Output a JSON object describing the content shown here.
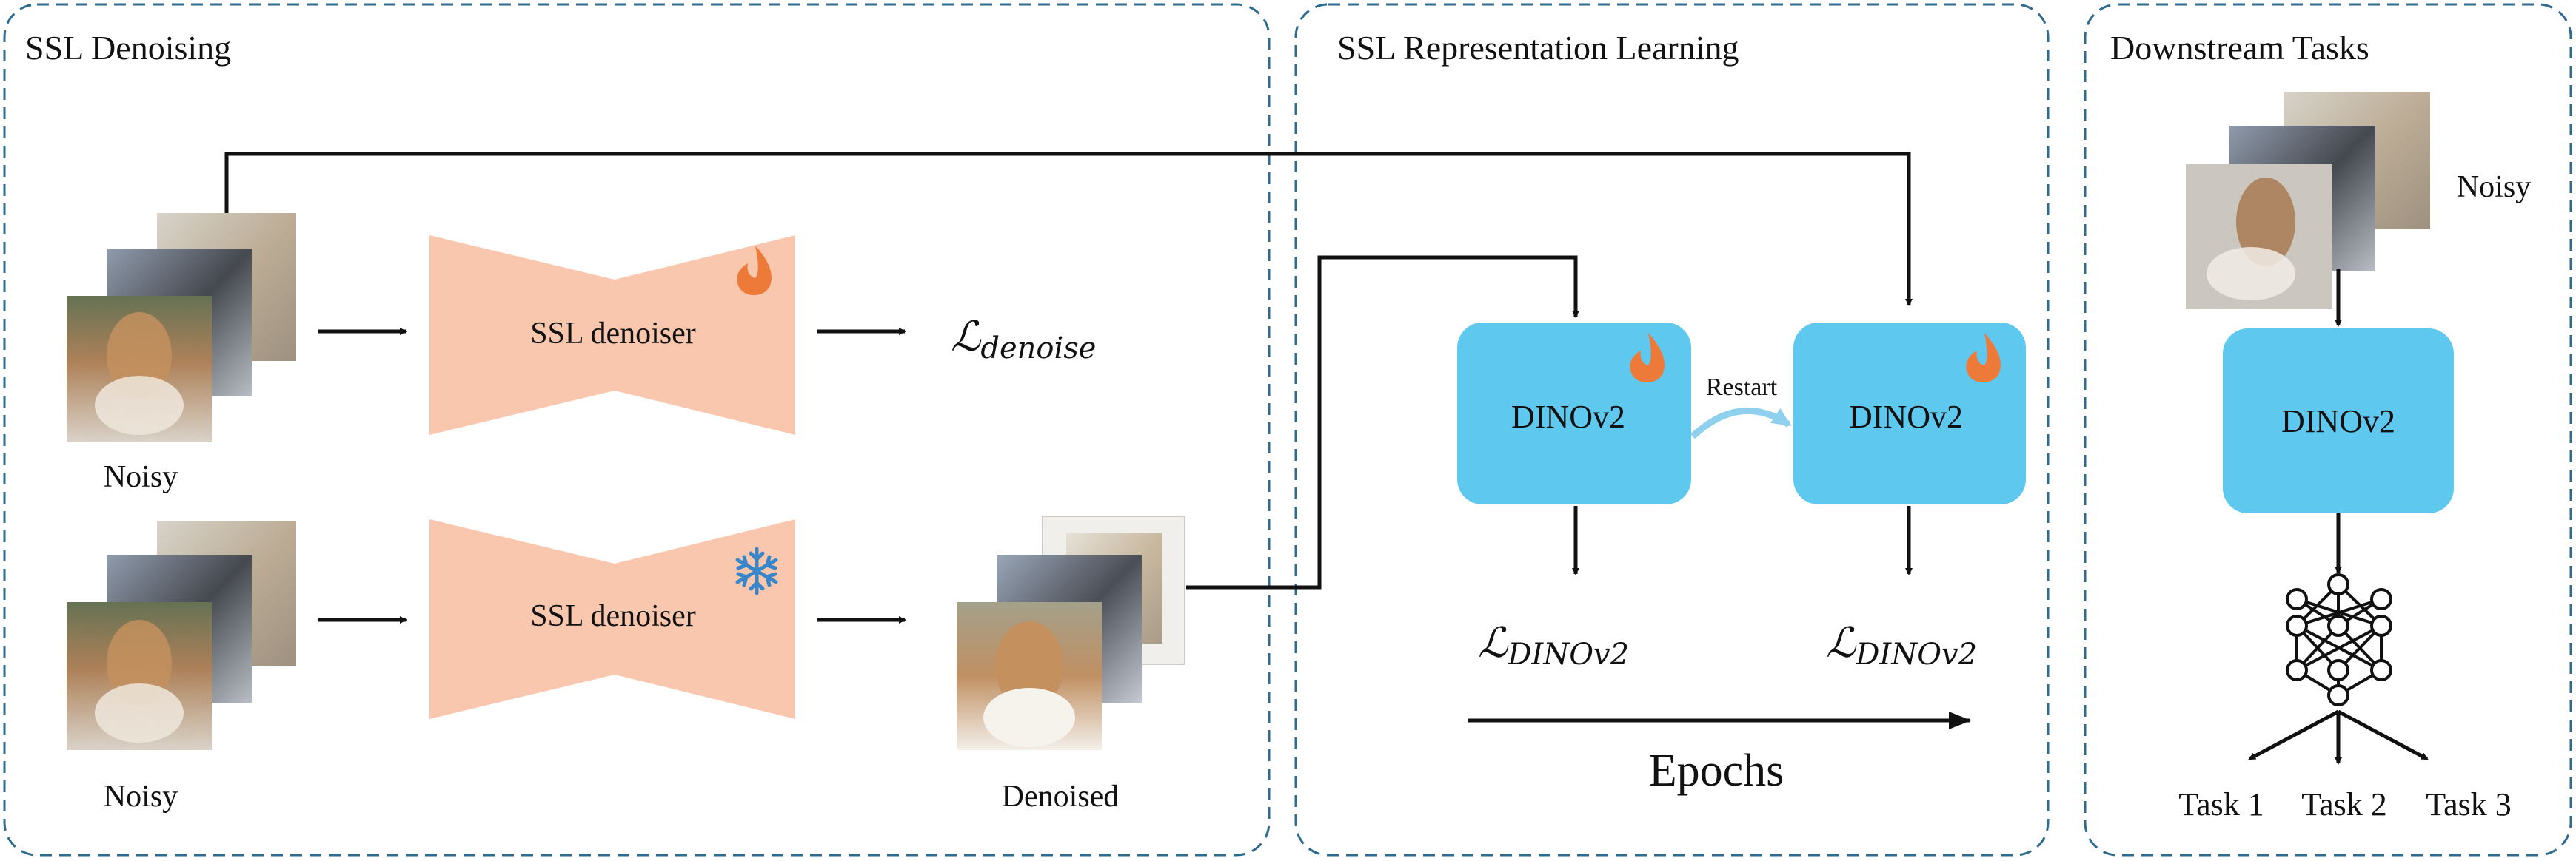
{
  "panels": {
    "denoising": {
      "title": "SSL Denoising"
    },
    "representation": {
      "title": "SSL Representation Learning"
    },
    "downstream": {
      "title": "Downstream Tasks"
    }
  },
  "denoising": {
    "top_row": {
      "input_label": "Noisy",
      "denoiser_label": "SSL denoiser",
      "denoiser_state_icon": "flame-icon",
      "loss_symbol": "ℒ",
      "loss_subscript": "denoise"
    },
    "bottom_row": {
      "input_label": "Noisy",
      "denoiser_label": "SSL denoiser",
      "denoiser_state_icon": "snowflake-icon",
      "output_label": "Denoised"
    }
  },
  "representation": {
    "model_left": {
      "label": "DINOv2",
      "state_icon": "flame-icon"
    },
    "model_right": {
      "label": "DINOv2",
      "state_icon": "flame-icon"
    },
    "restart_label": "Restart",
    "loss_left": {
      "symbol": "ℒ",
      "subscript": "DINOv2"
    },
    "loss_right": {
      "symbol": "ℒ",
      "subscript": "DINOv2"
    },
    "axis_label": "Epochs"
  },
  "downstream": {
    "input_label": "Noisy",
    "model_label": "DINOv2",
    "tasks": [
      "Task 1",
      "Task 2",
      "Task 3"
    ]
  },
  "colors": {
    "panel_border": "#2e6b8e",
    "denoiser_fill": "#f8c7ad",
    "model_fill": "#5ec8ef",
    "flame": "#ee7a3a",
    "snowflake": "#3a86c8",
    "restart_arrow": "#8fd0ee"
  }
}
